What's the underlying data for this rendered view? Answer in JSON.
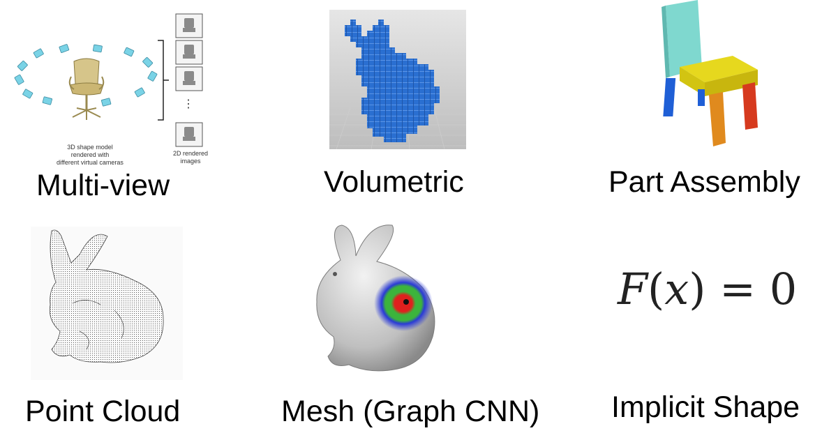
{
  "panels": {
    "multiview": {
      "label": "Multi-view",
      "caption_left": [
        "3D shape model",
        "rendered with",
        "different virtual cameras"
      ],
      "caption_right": [
        "2D rendered",
        "images"
      ],
      "ellipsis": "⋮"
    },
    "volumetric": {
      "label": "Volumetric"
    },
    "part_assembly": {
      "label": "Part Assembly"
    },
    "point_cloud": {
      "label": "Point Cloud"
    },
    "mesh": {
      "label": "Mesh (Graph CNN)"
    },
    "implicit": {
      "label": "Implicit Shape",
      "formula": {
        "func": "F",
        "open": "(",
        "var": "x",
        "close": ")",
        "rest": " = 0"
      }
    }
  },
  "colors": {
    "voxel_blue": "#2a6fd1",
    "chair_back": "#7fd8cf",
    "chair_seat": "#e6d81e",
    "leg_blue": "#1f5fd6",
    "leg_orange": "#e08a1e",
    "leg_red": "#d63a1e",
    "heat_red": "#e0201e",
    "heat_green": "#3cb43c",
    "heat_blue": "#2a3ad6"
  }
}
